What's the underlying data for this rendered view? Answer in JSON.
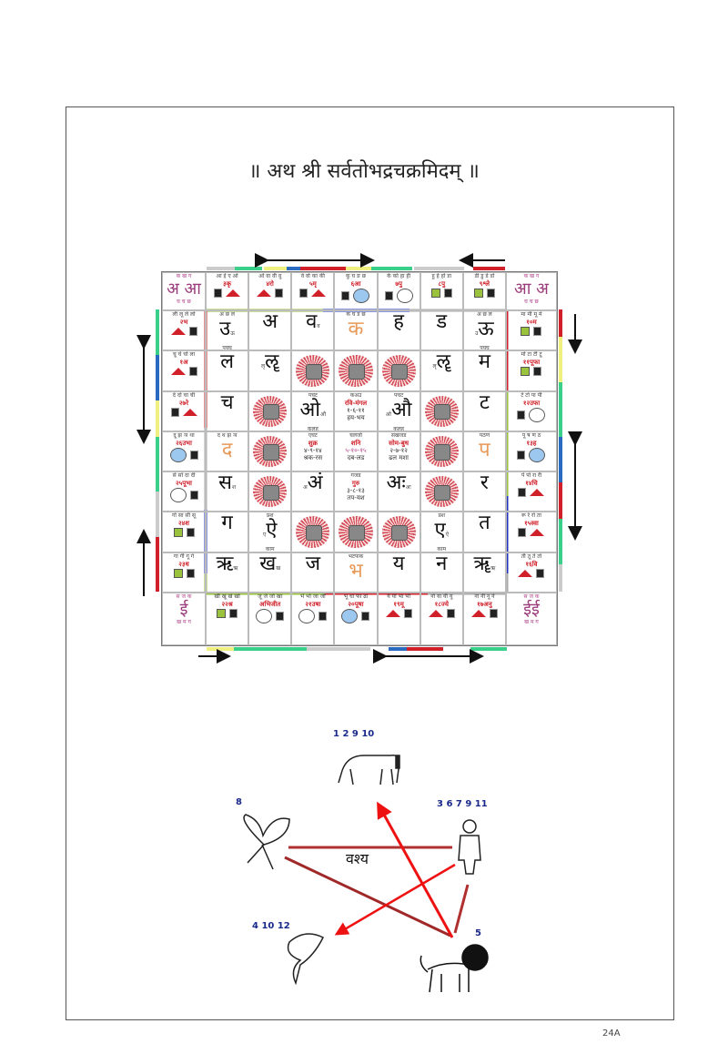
{
  "title": "॥ अथ श्री   सर्वतोभद्रचक्रमिदम्  ॥",
  "page_number": "24A",
  "colors": {
    "red": "#d0202a",
    "blue": "#2030c0",
    "green": "#9ac23c",
    "gray": "#aaaaaa",
    "yellow": "#f0f080",
    "teal": "#3ad08a"
  },
  "corners": {
    "top_left": {
      "top": "क ख ग",
      "main": "अ आ",
      "bottom": "घ च छ"
    },
    "top_right": {
      "top": "क ख ग",
      "main": "आ अ",
      "bottom": "घ च छ"
    },
    "bottom_left": {
      "top": "स ज क",
      "main": "ई",
      "bottom": "ख म ग"
    },
    "bottom_right": {
      "top": "स ज क",
      "main": "ईई",
      "bottom": "ख म ग"
    }
  },
  "top_row": [
    {
      "letters": "आ ई ए ओ",
      "nak": "३कृ",
      "marks": [
        "box",
        "tri"
      ]
    },
    {
      "letters": "ओ वा वी वु",
      "nak": "४रो",
      "marks": [
        "tri",
        "box"
      ]
    },
    {
      "letters": "वे वो का की",
      "nak": "५मृ",
      "marks": [
        "box",
        "tri"
      ]
    },
    {
      "letters": "कु घ ङ छ",
      "nak": "६आ",
      "marks": [
        "box",
        "circ-b"
      ]
    },
    {
      "letters": "के को हा ही",
      "nak": "७पु",
      "marks": [
        "box",
        "circ"
      ]
    },
    {
      "letters": "हु हे हो डा",
      "nak": "८पु",
      "marks": [
        "sq",
        "box"
      ]
    },
    {
      "letters": "डी डु डे डो",
      "nak": "९श्ले",
      "marks": [
        "sq",
        "box"
      ]
    }
  ],
  "bottom_row": [
    {
      "letters": "खी खू खे खो",
      "nak": "२२श्र",
      "marks": [
        "sq",
        "box"
      ]
    },
    {
      "letters": "जू जे जो खा",
      "nak": "अभिजीत",
      "marks": [
        "circ",
        "box"
      ]
    },
    {
      "letters": "भे भो जा जी",
      "nak": "२१उषा",
      "marks": [
        "circ",
        "box"
      ]
    },
    {
      "letters": "भू धा फा ढा",
      "nak": "२०पूषा",
      "marks": [
        "circ-b",
        "box"
      ]
    },
    {
      "letters": "ये यो भा भी",
      "nak": "१९मू",
      "marks": [
        "tri",
        "box"
      ]
    },
    {
      "letters": "नो या यी यु",
      "nak": "१८ज्ये",
      "marks": [
        "tri",
        "box"
      ]
    },
    {
      "letters": "ना नी नू ने",
      "nak": "१७अनु",
      "marks": [
        "tri",
        "box"
      ]
    }
  ],
  "left_col": [
    {
      "letters": "ली लू ले लो",
      "nak": "२भ",
      "marks": [
        "tri",
        "box"
      ]
    },
    {
      "letters": "चू चे चो ला",
      "nak": "१अ",
      "marks": [
        "tri",
        "box"
      ]
    },
    {
      "letters": "दे दो चा ची",
      "nak": "२७रे",
      "marks": [
        "box",
        "tri"
      ]
    },
    {
      "letters": "दू झ ञ था",
      "nak": "२६उभा",
      "marks": [
        "circ-b",
        "box"
      ]
    },
    {
      "letters": "से सो दा दी",
      "nak": "२५पूभा",
      "marks": [
        "circ",
        "box"
      ]
    },
    {
      "letters": "गो सा सी सू",
      "nak": "२४श",
      "marks": [
        "sq",
        "box"
      ]
    },
    {
      "letters": "गा गी गू गे",
      "nak": "२३ध",
      "marks": [
        "sq",
        "box"
      ]
    }
  ],
  "right_col": [
    {
      "letters": "मा मी मू मे",
      "nak": "१०म",
      "marks": [
        "sq",
        "box"
      ]
    },
    {
      "letters": "मो टा टी टू",
      "nak": "११पूफा",
      "marks": [
        "sq",
        "box"
      ]
    },
    {
      "letters": "टे टो पा पी",
      "nak": "१२उफा",
      "marks": [
        "box",
        "circ"
      ]
    },
    {
      "letters": "पू ष ण ठ",
      "nak": "१३ह",
      "marks": [
        "box",
        "circ-b"
      ]
    },
    {
      "letters": "पे पो रा री",
      "nak": "१४चि",
      "marks": [
        "box",
        "tri"
      ]
    },
    {
      "letters": "रू रे रो ता",
      "nak": "१५स्वा",
      "marks": [
        "box",
        "tri"
      ]
    },
    {
      "letters": "ती तू ते तो",
      "nak": "१६वि",
      "marks": [
        "tri",
        "box"
      ]
    }
  ],
  "inner": [
    [
      {
        "top": "अ छ ल",
        "main": "उ",
        "sub": "ऊ",
        "bottom": "पयघ"
      },
      {
        "main": "अ"
      },
      {
        "main": "व",
        "sub": "व"
      },
      {
        "top": "क घ ड छ",
        "main": "क",
        "orange": true
      },
      {
        "main": "ह"
      },
      {
        "main": "ड"
      },
      {
        "top": "अ छ ल",
        "main": "ऊ",
        "pre": "उ",
        "bottom": "पयघ"
      }
    ],
    [
      {
        "main": "ल"
      },
      {
        "main": "ॡ",
        "pre": "लृ"
      },
      {
        "sign": "taurus"
      },
      {
        "sign": "gemini"
      },
      {
        "sign": "cancer"
      },
      {
        "main": "ॡ",
        "pre": "लृ"
      },
      {
        "main": "म"
      }
    ],
    [
      {
        "main": "च"
      },
      {
        "sign": "aries"
      },
      {
        "top": "पचट",
        "main": "ओ",
        "sub": "औ",
        "bottom": "कलह"
      },
      {
        "top": "कअउ",
        "lines": [
          {
            "t": "रवि-मंगल",
            "c": "red"
          },
          {
            "t": "१-६-११"
          },
          {
            "t": "हय-भय"
          }
        ]
      },
      {
        "top": "पचट",
        "main": "औ",
        "pre": "ओ",
        "bottom": "कलह"
      },
      {
        "sign": "leo"
      },
      {
        "main": "ट"
      }
    ],
    [
      {
        "top": "द थ झ ञ",
        "main": "द",
        "orange": true
      },
      {
        "sign": "pisces"
      },
      {
        "top": "एघट",
        "lines": [
          {
            "t": "शुक्र",
            "c": "red"
          },
          {
            "t": "४-९-१४"
          },
          {
            "t": "श्रक-रस"
          }
        ]
      },
      {
        "top": "चलजो",
        "lines": [
          {
            "t": "शनि",
            "c": "red"
          },
          {
            "t": "५-१०-१५",
            "c": "purple"
          },
          {
            "t": "दब-लड"
          }
        ]
      },
      {
        "top": "सखजड",
        "lines": [
          {
            "t": "सोम-बुध",
            "c": "red"
          },
          {
            "t": "२-७-१२"
          },
          {
            "t": "ढल मशा"
          }
        ]
      },
      {
        "sign": "virgo"
      },
      {
        "top": "पठण",
        "main": "प",
        "orange": true
      }
    ],
    [
      {
        "main": "स",
        "sub": "श"
      },
      {
        "sign": "aquarius"
      },
      {
        "main": "अं",
        "pre": "अ"
      },
      {
        "top": "गजड",
        "lines": [
          {
            "t": "गुरु",
            "c": "red"
          },
          {
            "t": "३-८-१३"
          },
          {
            "t": "तप-यश"
          }
        ]
      },
      {
        "main": "अः",
        "sub": "अः"
      },
      {
        "sign": "libra"
      },
      {
        "main": "र"
      }
    ],
    [
      {
        "main": "ग"
      },
      {
        "top": "प्रश",
        "main": "ऐ",
        "pre": "ए",
        "bottom": "काम"
      },
      {
        "sign": "capricorn"
      },
      {
        "sign": "sagittarius"
      },
      {
        "sign": "scorpio"
      },
      {
        "top": "प्रश",
        "main": "ए",
        "sub": "ऐ",
        "bottom": "काम"
      },
      {
        "main": "त"
      }
    ],
    [
      {
        "main": "ऋ",
        "sub": "ऋ"
      },
      {
        "main": "ख",
        "sub": "ख"
      },
      {
        "main": "ज"
      },
      {
        "top": "भटफक",
        "main": "भ",
        "orange": true
      },
      {
        "main": "य"
      },
      {
        "main": "न"
      },
      {
        "main": "ॠ",
        "sub": "ऋ"
      }
    ]
  ],
  "vashya": {
    "label": "वश्य",
    "groups": [
      {
        "name": "horse",
        "numbers": "1 2 9 10"
      },
      {
        "name": "human",
        "numbers": "3 6 7 9 11"
      },
      {
        "name": "insect",
        "numbers": "8"
      },
      {
        "name": "fish",
        "numbers": "4 10 12"
      },
      {
        "name": "lion",
        "numbers": "5"
      }
    ]
  }
}
